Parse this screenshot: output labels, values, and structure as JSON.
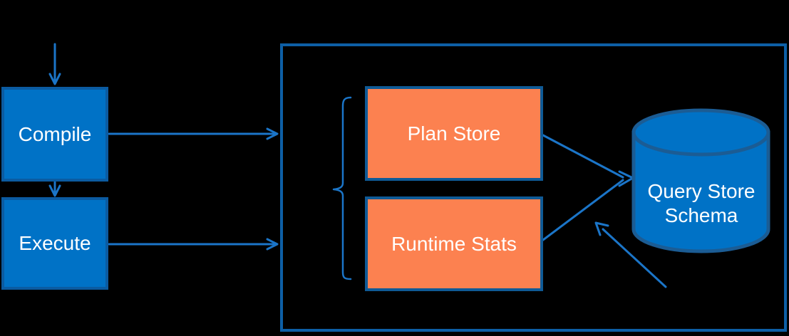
{
  "diagram": {
    "nodes": {
      "compile": {
        "label": "Compile"
      },
      "execute": {
        "label": "Execute"
      },
      "plan_store": {
        "label": "Plan Store"
      },
      "runtime_stats": {
        "label": "Runtime Stats"
      },
      "query_store_schema": {
        "label": "Query Store Schema"
      }
    },
    "colors": {
      "background": "#000000",
      "node_blue_fill": "#0072c6",
      "node_blue_border": "#0b5ba1",
      "node_orange_fill": "#fc8150",
      "node_orange_border": "#0f5a96",
      "container_border": "#0d5fa6",
      "cylinder_fill": "#0072c6",
      "cylinder_border": "#1b5c94",
      "arrow": "#1b75c8",
      "text": "#ffffff"
    }
  }
}
